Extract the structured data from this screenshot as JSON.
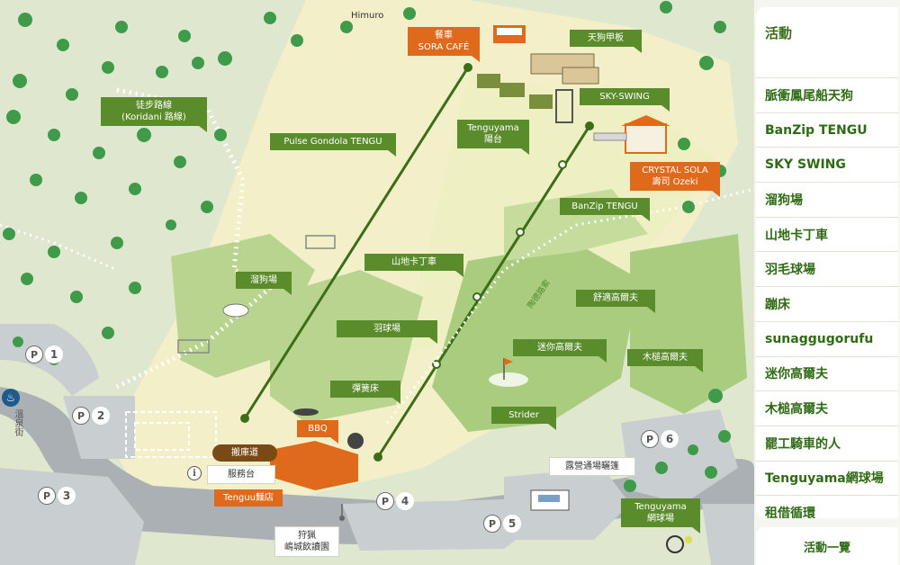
{
  "map": {
    "labels": {
      "himuro": "Himuro",
      "sora_cafe_line1": "餐車",
      "sora_cafe_line2": "SORA CAFÉ",
      "tengu_deck": "天狗甲板",
      "koridani_line1": "徒步路線",
      "koridani_line2": "(Koridani 路線)",
      "sky_swing": "SKY-SWING",
      "tenguyama_sun_line1": "Tenguyama",
      "tenguyama_sun_line2": "陽台",
      "gondola": "Pulse Gondola TENGU",
      "crystal_line1": "CRYSTAL SOLA",
      "crystal_line2": "壽司 Ozeki",
      "banzip": "BanZip TENGU",
      "buggy": "山地卡丁車",
      "dog_run": "溜狗場",
      "scenic_path": "陶德路索",
      "comfort_golf": "舒適高爾夫",
      "badminton": "羽球場",
      "mini_golf": "迷你高爾夫",
      "mallet_golf": "木槌高爾夫",
      "trampoline": "彈簧床",
      "strider": "Strider",
      "bbq": "BBQ",
      "hot_spring": "溫泉街",
      "rental": "搬庫道",
      "service": "服務台",
      "tenguu_shop": "Tenguu麵店",
      "camping": "露營通場曬篷",
      "tennis_line1": "Tenguyama",
      "tennis_line2": "網球場",
      "garden_line1": "狩猟",
      "garden_line2": "嶋城飲讀園"
    },
    "parking": {
      "p_letter": "P",
      "numbers": [
        "1",
        "2",
        "3",
        "4",
        "5",
        "6"
      ]
    },
    "info_glyph": "i",
    "onsen_glyph": "♨",
    "colors": {
      "label_green": "#5b8c2c",
      "label_orange": "#e06a1b",
      "road_gray": "#aab0b3",
      "field_light": "#f3efc8",
      "forest": "#dfe8cf",
      "tree_green": "#3f9a4a"
    }
  },
  "sidebar": {
    "title": "活動",
    "items": [
      "脈衝鳳尾船天狗",
      "BanZip TENGU",
      "SKY SWING",
      "溜狗場",
      "山地卡丁車",
      "羽毛球場",
      "蹦床",
      "sunaggugorufu",
      "迷你高爾夫",
      "木槌高爾夫",
      "罷工騎車的人",
      "Tenguyama網球場",
      "租借循環"
    ],
    "more_button": "活動一覽"
  }
}
